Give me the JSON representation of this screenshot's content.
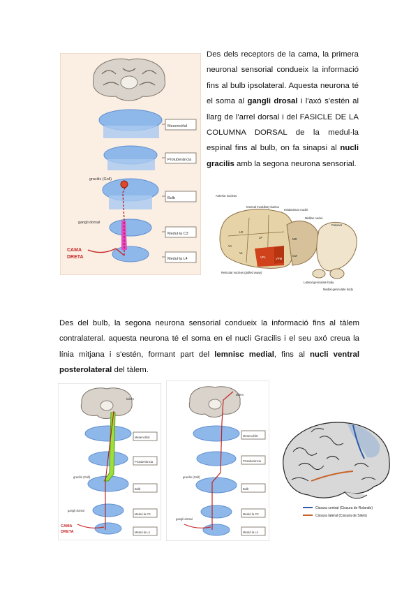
{
  "paragraph_1": {
    "t1": "Des dels receptors de la cama, la primera neuronal sensorial condueix la informació fins al bulb ipsolateral. Aquesta neurona té el soma al ",
    "b1": "gangli drosal",
    "t2": " i l'axó s'estén al llarg de l'arrel dorsal i del FASICLE DE LA COLUMNA DORSAL de la medul·la espinal fins al bulb, on fa sinapsi al ",
    "b2": "nucli gracilis",
    "t3": " amb la segona neurona sensorial."
  },
  "paragraph_2": {
    "t1": "Des del bulb, la segona neurona sensorial condueix la informació fins al tàlem contralateral. aquesta neurona té el soma en el nucli Gracilis i el seu axó creua la línia mitjana i s'estén, formant part del ",
    "b1": "lemnisc medial",
    "t2": ", fins al ",
    "b2": "nucli ventral posterolateral",
    "t3": " del tàlem."
  },
  "figure_1": {
    "levels": [
      "Mesencèfal",
      "Protuberància",
      "Bulb",
      "Medul·la C3",
      "Medul·la L4"
    ],
    "gracilis": "gracilis (Goll)",
    "ganglion": "gangli dorsal",
    "leg_1": "CAMA",
    "leg_2": "DRETA"
  },
  "figure_2": {
    "labels": [
      "Anterior nucleus",
      "Internal medullary lamina",
      "Intralaminar nuclei",
      "Midline nuclei",
      "Pulvinar",
      "LD",
      "LP",
      "VA",
      "VL",
      "VPL",
      "VPM",
      "CM",
      "MD",
      "Reticular nucleus (pulled away)",
      "Lateral geniculate body",
      "Medial geniculate body"
    ]
  },
  "figure_3": {
    "thalamus": "tàlem",
    "levels": [
      "Mesencèfal",
      "Protuberància",
      "Bulb",
      "Medul·la C3",
      "Medul·la L4"
    ],
    "gracilis": "gracilis (Goll)",
    "ganglion": "gangli dorsal",
    "leg_1": "CAMA",
    "leg_2": "DRETA"
  },
  "figure_4": {
    "thalamus": "tàlem",
    "levels": [
      "Mesencèfal",
      "Protuberància",
      "Bulb",
      "Medul·la C3",
      "Medul·la L4"
    ],
    "gracilis": "gracilis (Goll)",
    "ganglion": "gangli dorsal"
  },
  "figure_5": {
    "legend": [
      "Cissura central (Cissura de Rolando)",
      "Cissura lateral (Cissura de Silvio)"
    ],
    "colors": {
      "central": "#2c5ba8",
      "lateral": "#c8632a"
    }
  }
}
